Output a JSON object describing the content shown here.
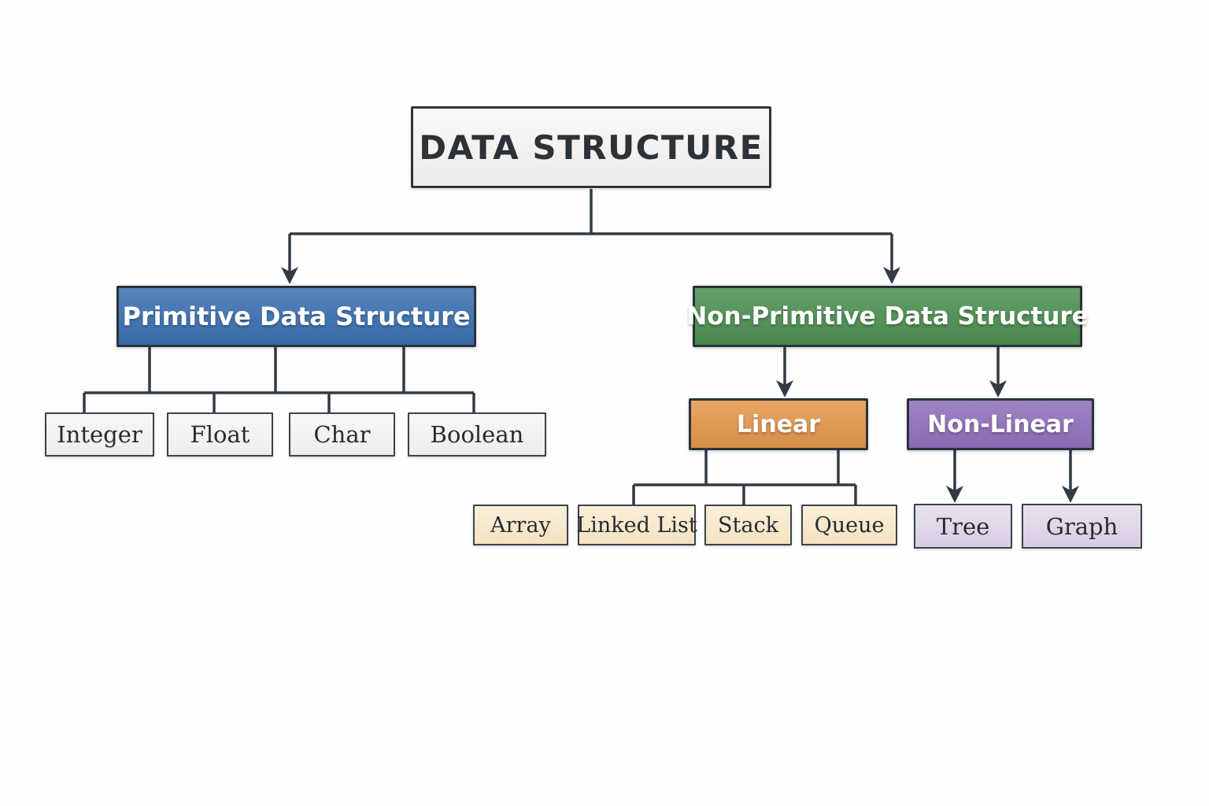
{
  "diagram": {
    "nodes": {
      "root": {
        "label": "DATA STRUCTURE"
      },
      "primitive": {
        "label": "Primitive Data Structure"
      },
      "non_primitive": {
        "label": "Non-Primitive Data Structure"
      },
      "linear": {
        "label": "Linear"
      },
      "non_linear": {
        "label": "Non-Linear"
      },
      "integer": {
        "label": "Integer"
      },
      "float": {
        "label": "Float"
      },
      "char": {
        "label": "Char"
      },
      "boolean": {
        "label": "Boolean"
      },
      "array": {
        "label": "Array"
      },
      "linked_list": {
        "label": "Linked List"
      },
      "stack": {
        "label": "Stack"
      },
      "queue": {
        "label": "Queue"
      },
      "tree": {
        "label": "Tree"
      },
      "graph": {
        "label": "Graph"
      }
    },
    "colors": {
      "root_bg": "#f4f3f1",
      "root_text": "#2d3138",
      "primitive_bg": "#3d72b4",
      "non_primitive_bg": "#4e9254",
      "linear_bg": "#e6994d",
      "non_linear_bg": "#9173bd",
      "primitive_child_bg": "#f3f2f0",
      "linear_child_bg": "#f8e7c5",
      "non_linear_child_bg": "#ddd1e8",
      "head_text": "#ffffff",
      "leaf_text": "#272b31",
      "line": "#333a44"
    }
  }
}
